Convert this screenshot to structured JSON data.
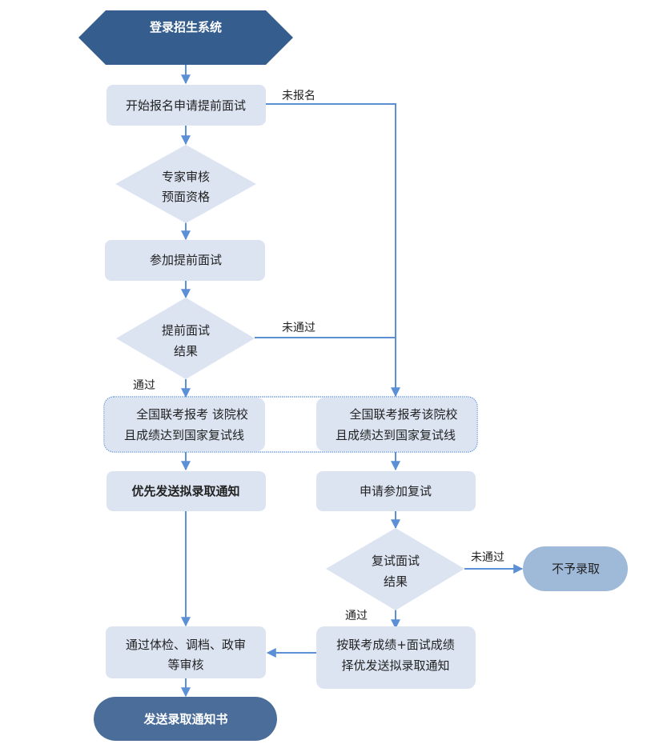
{
  "colors": {
    "box_fill": "#dce4f2",
    "dark_fill": "#355e8e",
    "terminal_fill": "#4a6d9a",
    "reject_fill": "#9fb9d9",
    "line": "#5b8fd6"
  },
  "nodes": {
    "start": {
      "label": "登录招生系统"
    },
    "apply_early": {
      "label": "开始报名申请提前面试"
    },
    "expert_review": {
      "line1": "专家审核",
      "line2": "预面资格"
    },
    "attend_early": {
      "label": "参加提前面试"
    },
    "early_result": {
      "line1": "提前面试",
      "line2": "结果"
    },
    "left_qualify": {
      "line1": "全国联考报考 该院校",
      "line2": "且成绩达到国家复试线"
    },
    "right_qualify": {
      "line1": "全国联考报考该院校",
      "line2": "且成绩达到国家复试线"
    },
    "priority_notice": {
      "label": "优先发送拟录取通知"
    },
    "apply_retest": {
      "label": "申请参加复试"
    },
    "retest_result": {
      "line1": "复试面试",
      "line2": "结果"
    },
    "reject": {
      "label": "不予录取"
    },
    "select_best": {
      "line1": "按联考成绩+面试成绩",
      "line2": "择优发送拟录取通知"
    },
    "checks": {
      "line1": "通过体检、调档、政审",
      "line2": "等审核"
    },
    "send_letter": {
      "label": "发送录取通知书"
    }
  },
  "edge_labels": {
    "not_registered": "未报名",
    "early_fail": "未通过",
    "early_pass": "通过",
    "retest_fail": "未通过",
    "retest_pass": "通过"
  }
}
